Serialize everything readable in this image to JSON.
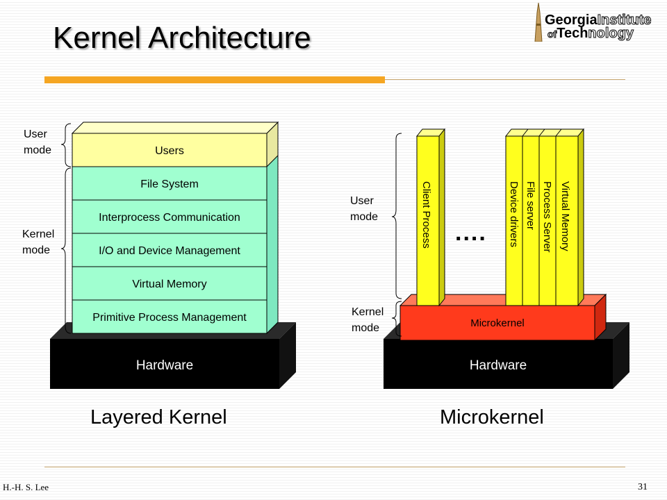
{
  "title": "Kernel Architecture",
  "logo": {
    "line1_bold": "Georgia",
    "line1_rest": "Institute",
    "line2_prefix": "of",
    "line2_bold": "Tech",
    "line2_rest": "nology"
  },
  "layered": {
    "user_mode_label": [
      "User",
      "mode"
    ],
    "kernel_mode_label": [
      "Kernel",
      "mode"
    ],
    "layers": [
      "Users",
      "File System",
      "Interprocess Communication",
      "I/O and Device Management",
      "Virtual Memory",
      "Primitive Process Management"
    ],
    "hardware": "Hardware",
    "caption": "Layered Kernel"
  },
  "micro": {
    "user_mode_label": [
      "User",
      "mode"
    ],
    "kernel_mode_label": [
      "Kernel",
      "mode"
    ],
    "servers": [
      "Client Process",
      "Device drivers",
      "File server",
      "Process Server",
      "Virtual Memory"
    ],
    "ellipsis": "....",
    "microkernel": "Microkernel",
    "hardware": "Hardware",
    "caption": "Microkernel"
  },
  "footer": {
    "author": "H.-H. S. Lee",
    "page": "31"
  },
  "colors": {
    "accent": "#f5a623",
    "user_layer": "#ffffa0",
    "kernel_layer": "#a0ffd0",
    "hardware": "#000000",
    "microkernel": "#ff3a1c",
    "server": "#ffff1e"
  }
}
